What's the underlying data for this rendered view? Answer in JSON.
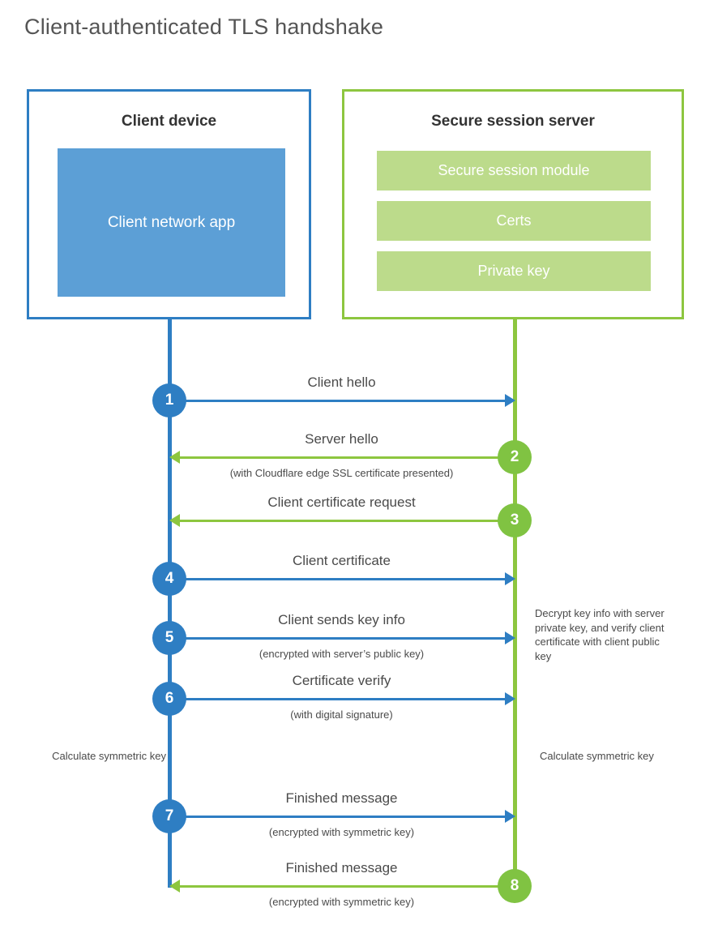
{
  "title": "Client-authenticated TLS handshake",
  "colors": {
    "client_blue": "#2E7EC3",
    "client_app_blue": "#5C9FD6",
    "server_green": "#8DC63F",
    "server_badge_green": "#80C342",
    "server_module_green": "#BCDB8B",
    "text_gray": "#4a4a4a",
    "title_gray": "#555555"
  },
  "client": {
    "title": "Client device",
    "app_label": "Client network app"
  },
  "server": {
    "title": "Secure session server",
    "modules": [
      "Secure session module",
      "Certs",
      "Private key"
    ]
  },
  "steps": [
    {
      "number": "1",
      "label": "Client hello",
      "sublabel": "",
      "direction": "client-to-server",
      "origin": "client"
    },
    {
      "number": "2",
      "label": "Server hello",
      "sublabel": "(with Cloudflare edge SSL certificate presented)",
      "direction": "server-to-client",
      "origin": "server"
    },
    {
      "number": "3",
      "label": "Client certificate request",
      "sublabel": "",
      "direction": "server-to-client",
      "origin": "server"
    },
    {
      "number": "4",
      "label": "Client certificate",
      "sublabel": "",
      "direction": "client-to-server",
      "origin": "client"
    },
    {
      "number": "5",
      "label": "Client sends key info",
      "sublabel": "(encrypted with server’s public key)",
      "direction": "client-to-server",
      "origin": "client"
    },
    {
      "number": "6",
      "label": "Certificate verify",
      "sublabel": "(with digital signature)",
      "direction": "client-to-server",
      "origin": "client"
    },
    {
      "number": "7",
      "label": "Finished message",
      "sublabel": "(encrypted with symmetric key)",
      "direction": "client-to-server",
      "origin": "client"
    },
    {
      "number": "8",
      "label": "Finished message",
      "sublabel": "(encrypted with symmetric key)",
      "direction": "server-to-client",
      "origin": "server"
    }
  ],
  "notes": {
    "server_decrypt": "Decrypt key info with server private key, and verify client certificate with client public key",
    "client_symmetric_key": "Calculate symmetric key",
    "server_symmetric_key": "Calculate symmetric key"
  }
}
